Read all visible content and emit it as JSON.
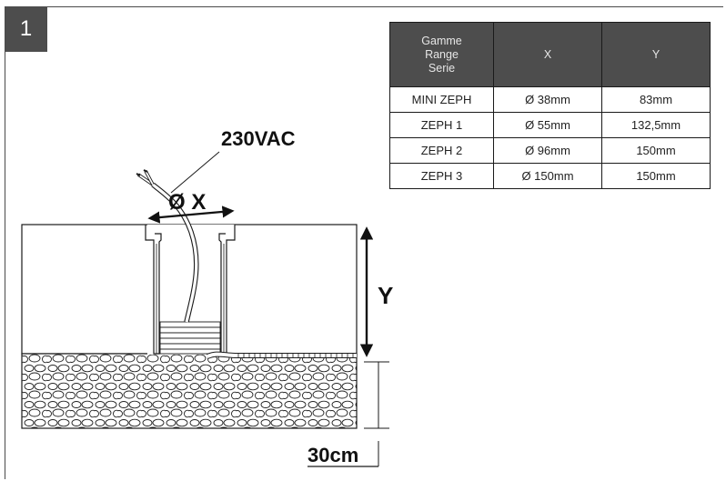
{
  "step": {
    "number": "1"
  },
  "labels": {
    "voltage": "230VAC",
    "diameter": "Ø X",
    "height": "Y",
    "depth": "30cm"
  },
  "table": {
    "header": {
      "range_lines": [
        "Gamme",
        "Range",
        "Serie"
      ],
      "x": "X",
      "y": "Y"
    },
    "rows": [
      {
        "model": "MINI ZEPH",
        "x": "Ø 38mm",
        "y": "83mm"
      },
      {
        "model": "ZEPH 1",
        "x": "Ø 55mm",
        "y": "132,5mm"
      },
      {
        "model": "ZEPH 2",
        "x": "Ø 96mm",
        "y": "150mm"
      },
      {
        "model": "ZEPH 3",
        "x": "Ø 150mm",
        "y": "150mm"
      }
    ]
  },
  "colors": {
    "badge": "#4d4d4d",
    "line": "#1a1a1a"
  }
}
